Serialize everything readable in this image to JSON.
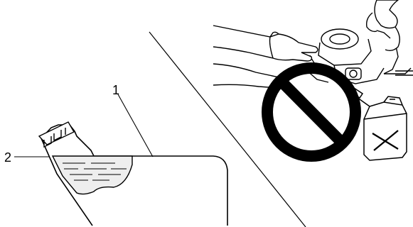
{
  "callouts": {
    "fuel_level_mark": "1",
    "fuel_tank_label": "2"
  },
  "icons": {
    "prohibition": "prohibition-icon",
    "fuel_can": "fuel-can-icon",
    "hands": "gloved-hands",
    "machine": "engine-machine"
  },
  "colors": {
    "ink": "#000000",
    "fuel_fill": "#eeeeee",
    "background": "#ffffff"
  }
}
